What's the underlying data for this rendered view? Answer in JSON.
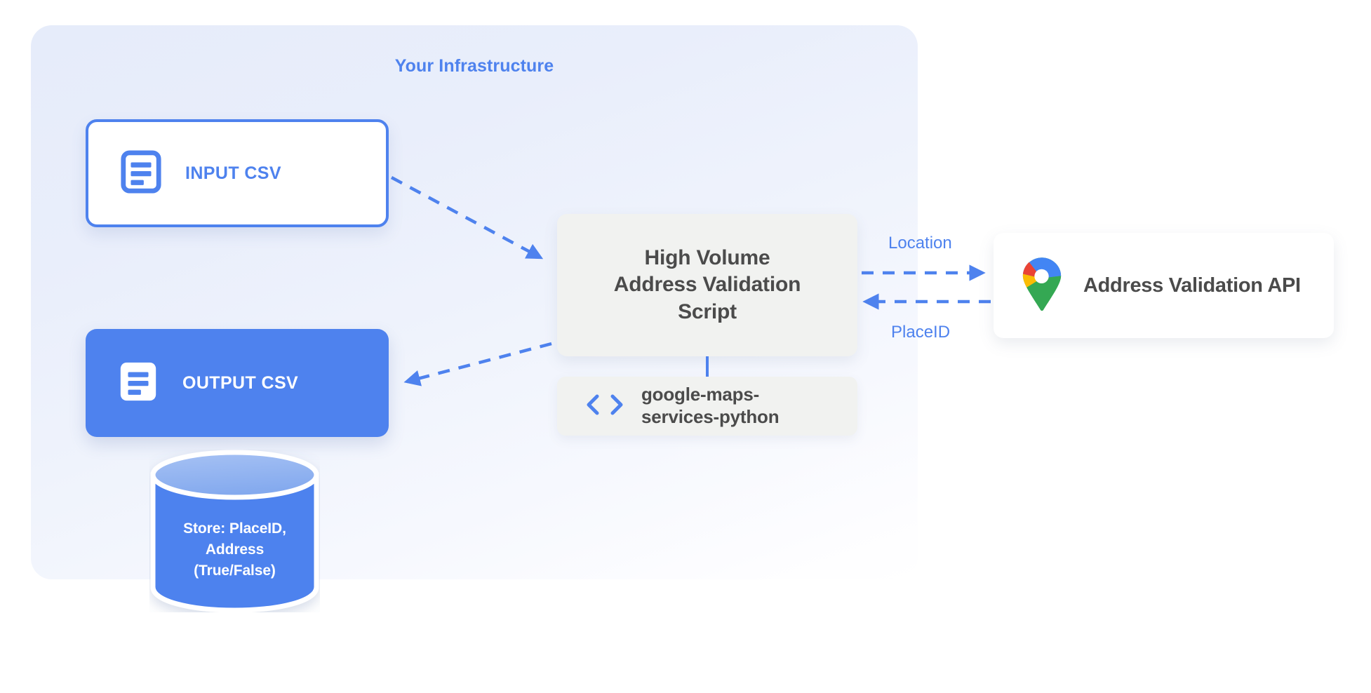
{
  "panel": {
    "title": "Your Infrastructure",
    "accent_color": "#4e82ee",
    "background_color": "#e8edfa"
  },
  "nodes": {
    "input_csv": {
      "label": "INPUT CSV",
      "icon": "document-icon",
      "fill": "#ffffff",
      "border": "#4e82ee",
      "text_color": "#4e82ee"
    },
    "output_csv": {
      "label": "OUTPUT CSV",
      "icon": "document-icon",
      "fill": "#4e82ee",
      "text_color": "#ffffff"
    },
    "script": {
      "lines": [
        "High Volume",
        "Address Validation",
        "Script"
      ],
      "fill": "#f1f2f0",
      "text_color": "#4b4b4b"
    },
    "library": {
      "label_lines": [
        "google-maps-",
        "services-python"
      ],
      "icon": "code-brackets-icon",
      "fill": "#f1f2f0",
      "text_color": "#4b4b4b"
    },
    "api": {
      "label": "Address Validation API",
      "icon": "google-maps-pin-icon",
      "fill": "#ffffff",
      "text_color": "#4b4b4b"
    },
    "database": {
      "lines": [
        "Store: PlaceID,",
        "Address",
        "(True/False)"
      ],
      "body_color": "#4e82ee",
      "top_color": "#8fb2f0",
      "text_color": "#ffffff"
    }
  },
  "connectors": {
    "input_to_script": {
      "label": "",
      "style": "dashed",
      "direction": "right"
    },
    "script_to_output": {
      "label": "",
      "style": "dashed",
      "direction": "left"
    },
    "script_to_api": {
      "label": "Location",
      "style": "dashed",
      "direction": "right"
    },
    "api_to_script": {
      "label": "PlaceID",
      "style": "dashed",
      "direction": "left"
    },
    "script_to_library": {
      "label": "",
      "style": "solid",
      "direction": "none"
    }
  }
}
